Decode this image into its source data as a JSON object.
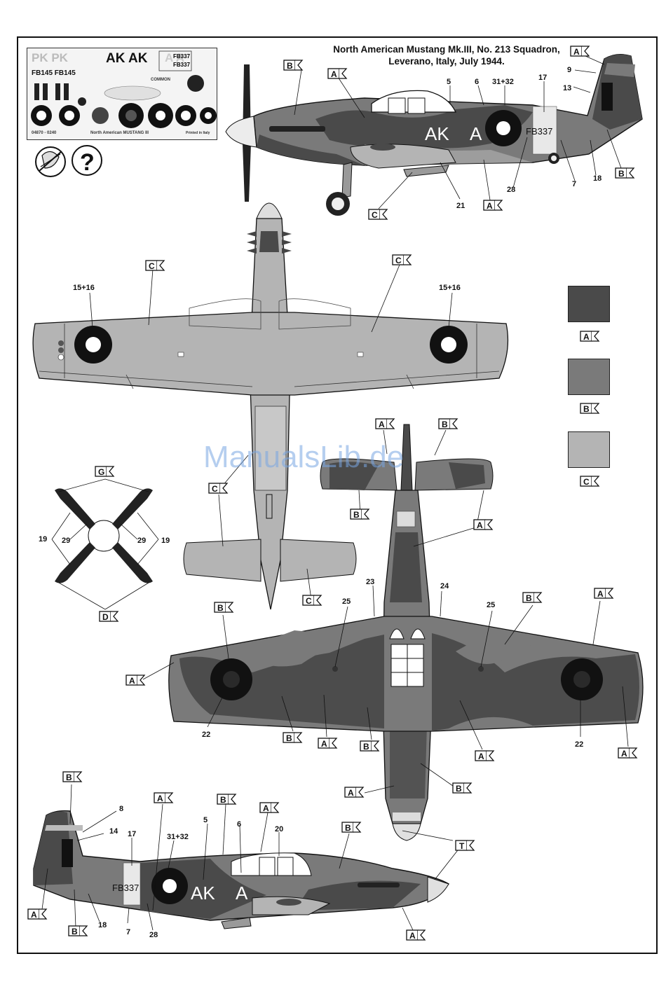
{
  "title": {
    "line1": "North American Mustang Mk.III, No. 213 Squadron,",
    "line2": "Leverano, Italy, July 1944."
  },
  "colors": {
    "A": "#4a4a4a",
    "B": "#7a7a7a",
    "C": "#b4b4b4",
    "T": "#cfcfcf"
  },
  "legend": [
    {
      "letter": "A",
      "color": "#4a4a4a"
    },
    {
      "letter": "B",
      "color": "#7a7a7a"
    },
    {
      "letter": "C",
      "color": "#b4b4b4"
    }
  ],
  "markings": {
    "code_left": "AK",
    "code_right": "A",
    "serial": "FB337"
  },
  "decal_sheet": {
    "top_codes": "AK AK",
    "side_codes": "FB145 FB145",
    "footer_left": "04870 - 0240",
    "footer_center": "North American MUSTANG III",
    "footer_right": "Printed in Italy",
    "common": "COMMON"
  },
  "watermark": "ManualsLib.de",
  "callouts": {
    "c5": "5",
    "c6": "6",
    "c31": "31+32",
    "c17": "17",
    "c9": "9",
    "c13": "13",
    "c7": "7",
    "c18": "18",
    "c28": "28",
    "c21": "21",
    "c1516": "15+16",
    "c19": "19",
    "c29": "29",
    "c23": "23",
    "c24": "24",
    "c25": "25",
    "c22": "22",
    "c8": "8",
    "c14": "14",
    "c20": "20"
  },
  "flags": [
    "A",
    "B",
    "C",
    "D",
    "G",
    "T"
  ]
}
